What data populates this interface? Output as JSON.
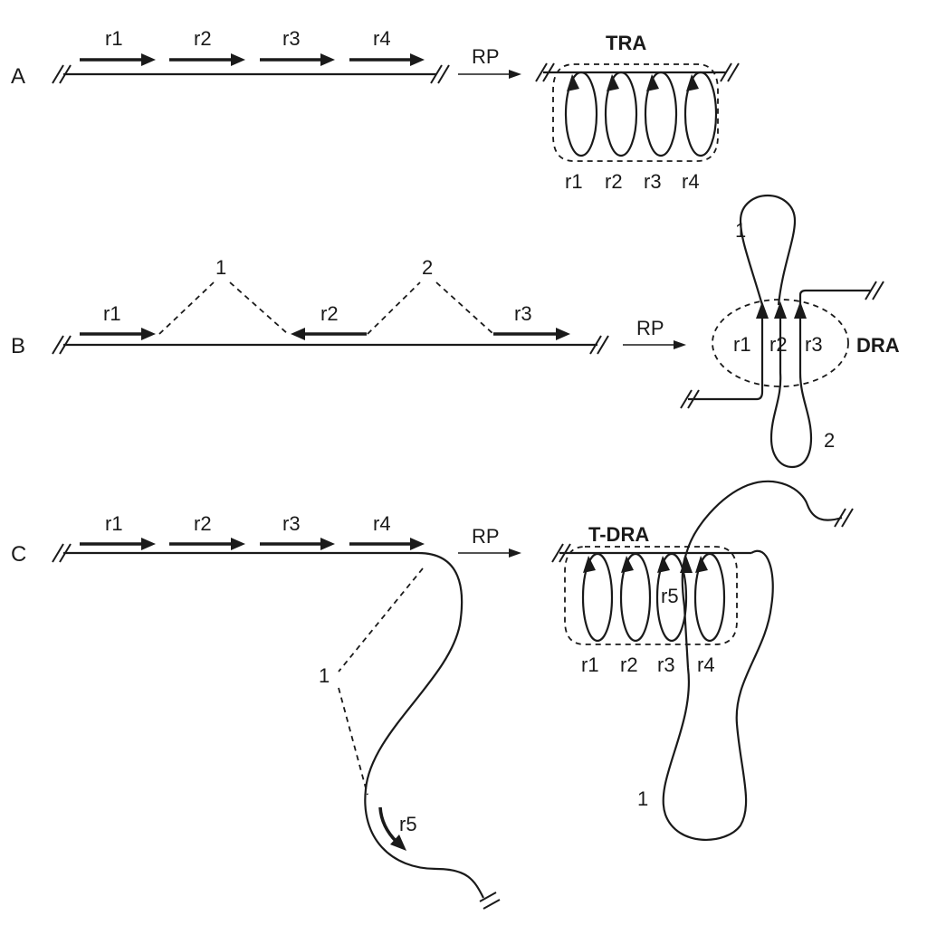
{
  "panels": {
    "a": {
      "letter": "A",
      "repeats": [
        "r1",
        "r2",
        "r3",
        "r4"
      ],
      "arrow_label": "RP",
      "structure_label": "TRA",
      "loop_labels": [
        "r1",
        "r2",
        "r3",
        "r4"
      ]
    },
    "b": {
      "letter": "B",
      "repeats": [
        "r1",
        "r2",
        "r3"
      ],
      "spacers": [
        "1",
        "2"
      ],
      "arrow_label": "RP",
      "structure_label": "DRA",
      "inner_labels": [
        "r1",
        "r2",
        "r3"
      ],
      "loop_labels": [
        "1",
        "2"
      ]
    },
    "c": {
      "letter": "C",
      "repeats": [
        "r1",
        "r2",
        "r3",
        "r4"
      ],
      "spacer": "1",
      "extra_repeat": "r5",
      "arrow_label": "RP",
      "structure_label": "T-DRA",
      "loop_labels": [
        "r1",
        "r2",
        "r3",
        "r4"
      ],
      "inner_label": "r5",
      "big_loop_label": "1"
    }
  }
}
